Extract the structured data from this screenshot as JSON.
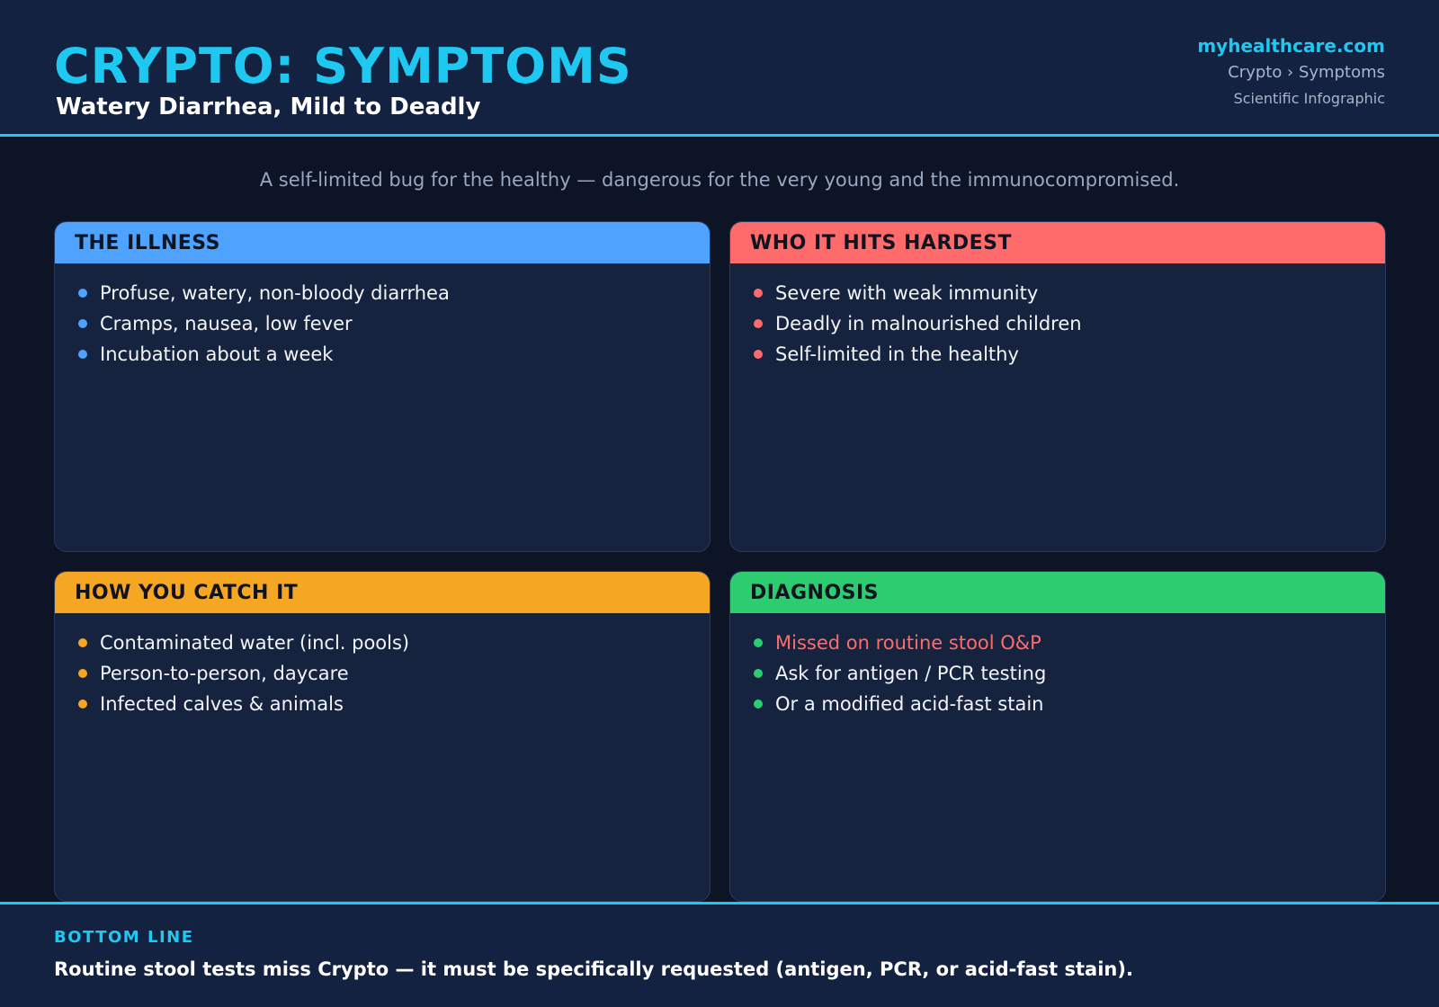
{
  "header": {
    "title": "CRYPTO: SYMPTOMS",
    "subtitle": "Watery Diarrhea, Mild to Deadly",
    "brand": "myhealthcare.com",
    "breadcrumb": "Crypto › Symptoms",
    "kind": "Scientific Infographic"
  },
  "intro": "A self-limited bug for the healthy — dangerous for the very young and the immunocompromised.",
  "colors": {
    "accent": "#1ec8f0",
    "illness": "#4da3ff",
    "hardest": "#ff6b6b",
    "catch": "#f5a623",
    "diagnosis": "#2ecc71",
    "warning_text": "#ff6b6b"
  },
  "cards": [
    {
      "title": "THE ILLNESS",
      "items": [
        "Profuse, watery, non-bloody diarrhea",
        "Cramps, nausea, low fever",
        "Incubation about a week"
      ]
    },
    {
      "title": "WHO IT HITS HARDEST",
      "items": [
        "Severe with weak immunity",
        "Deadly in malnourished children",
        "Self-limited in the healthy"
      ]
    },
    {
      "title": "HOW YOU CATCH IT",
      "items": [
        "Contaminated water (incl. pools)",
        "Person-to-person, daycare",
        "Infected calves & animals"
      ]
    },
    {
      "title": "DIAGNOSIS",
      "items": [
        "Missed on routine stool O&P",
        "Ask for antigen / PCR testing",
        "Or a modified acid-fast stain"
      ]
    }
  ],
  "bottom_line": {
    "label": "BOTTOM LINE",
    "text": "Routine stool tests miss Crypto — it must be specifically requested (antigen, PCR, or acid-fast stain)."
  }
}
